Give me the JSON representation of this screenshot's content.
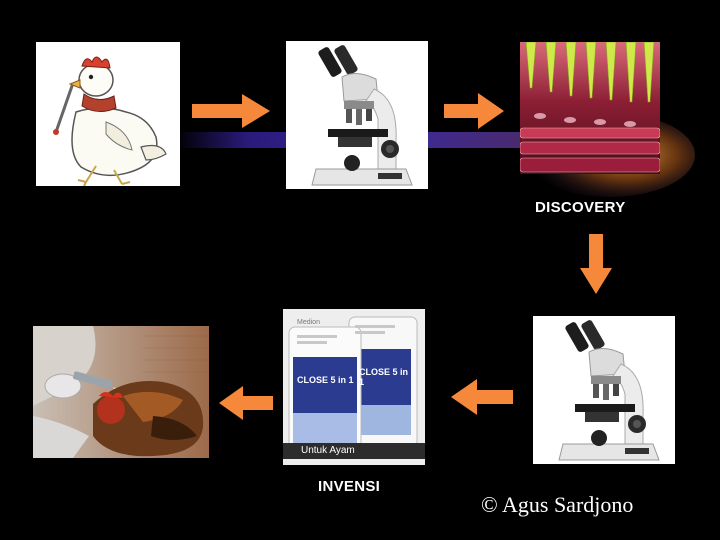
{
  "labels": {
    "discovery": "DISCOVERY",
    "invensi": "INVENSI",
    "credit": "© Agus Sardjono"
  },
  "product_box": {
    "brand_small": "Medion",
    "product_text": "CLOSE 5 in 1",
    "usage": "Untuk Ayam"
  },
  "colors": {
    "arrow": "#f5883a",
    "background": "#000000",
    "glow_band": "#3a1f6e"
  },
  "icons": {
    "sick_chicken": "sick-chicken-cartoon",
    "microscope": "microscope-image",
    "pipette_lab": "pipette-tips-lab-image",
    "vaccine_bottles": "vaccine-bottle-image",
    "vaccination": "chicken-vaccination-photo"
  }
}
